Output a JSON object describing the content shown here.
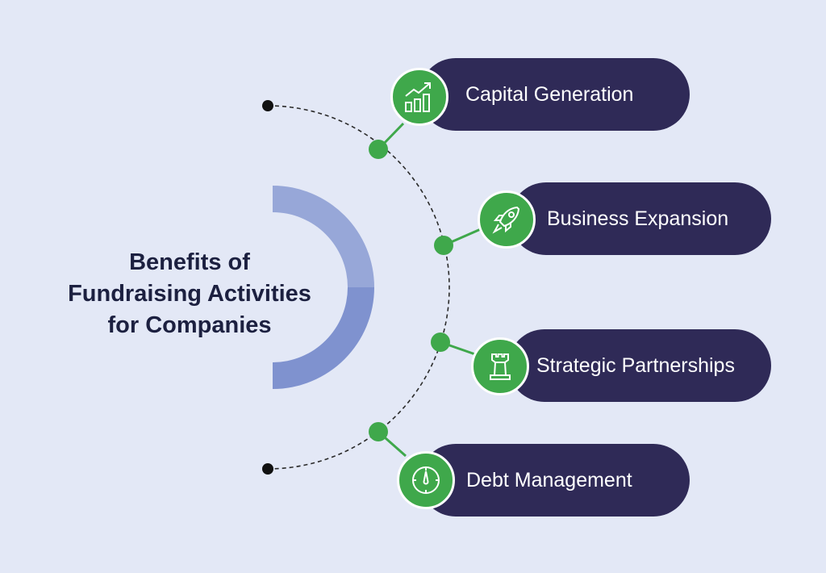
{
  "title": {
    "line1": "Benefits of",
    "line2": "Fundraising Activities",
    "line3": "for Companies"
  },
  "benefits": [
    {
      "label": "Capital Generation",
      "icon": "chart-growth-icon"
    },
    {
      "label": "Business Expansion",
      "icon": "rocket-icon"
    },
    {
      "label": "Strategic Partnerships",
      "icon": "chess-rook-icon"
    },
    {
      "label": "Debt Management",
      "icon": "gauge-icon"
    }
  ],
  "colors": {
    "background": "#e3e8f6",
    "pill": "#2f2a57",
    "accent_green": "#3fa84b",
    "arc_light": "#97a7d8",
    "arc_dark": "#7f92cf",
    "title_text": "#1c2040"
  }
}
